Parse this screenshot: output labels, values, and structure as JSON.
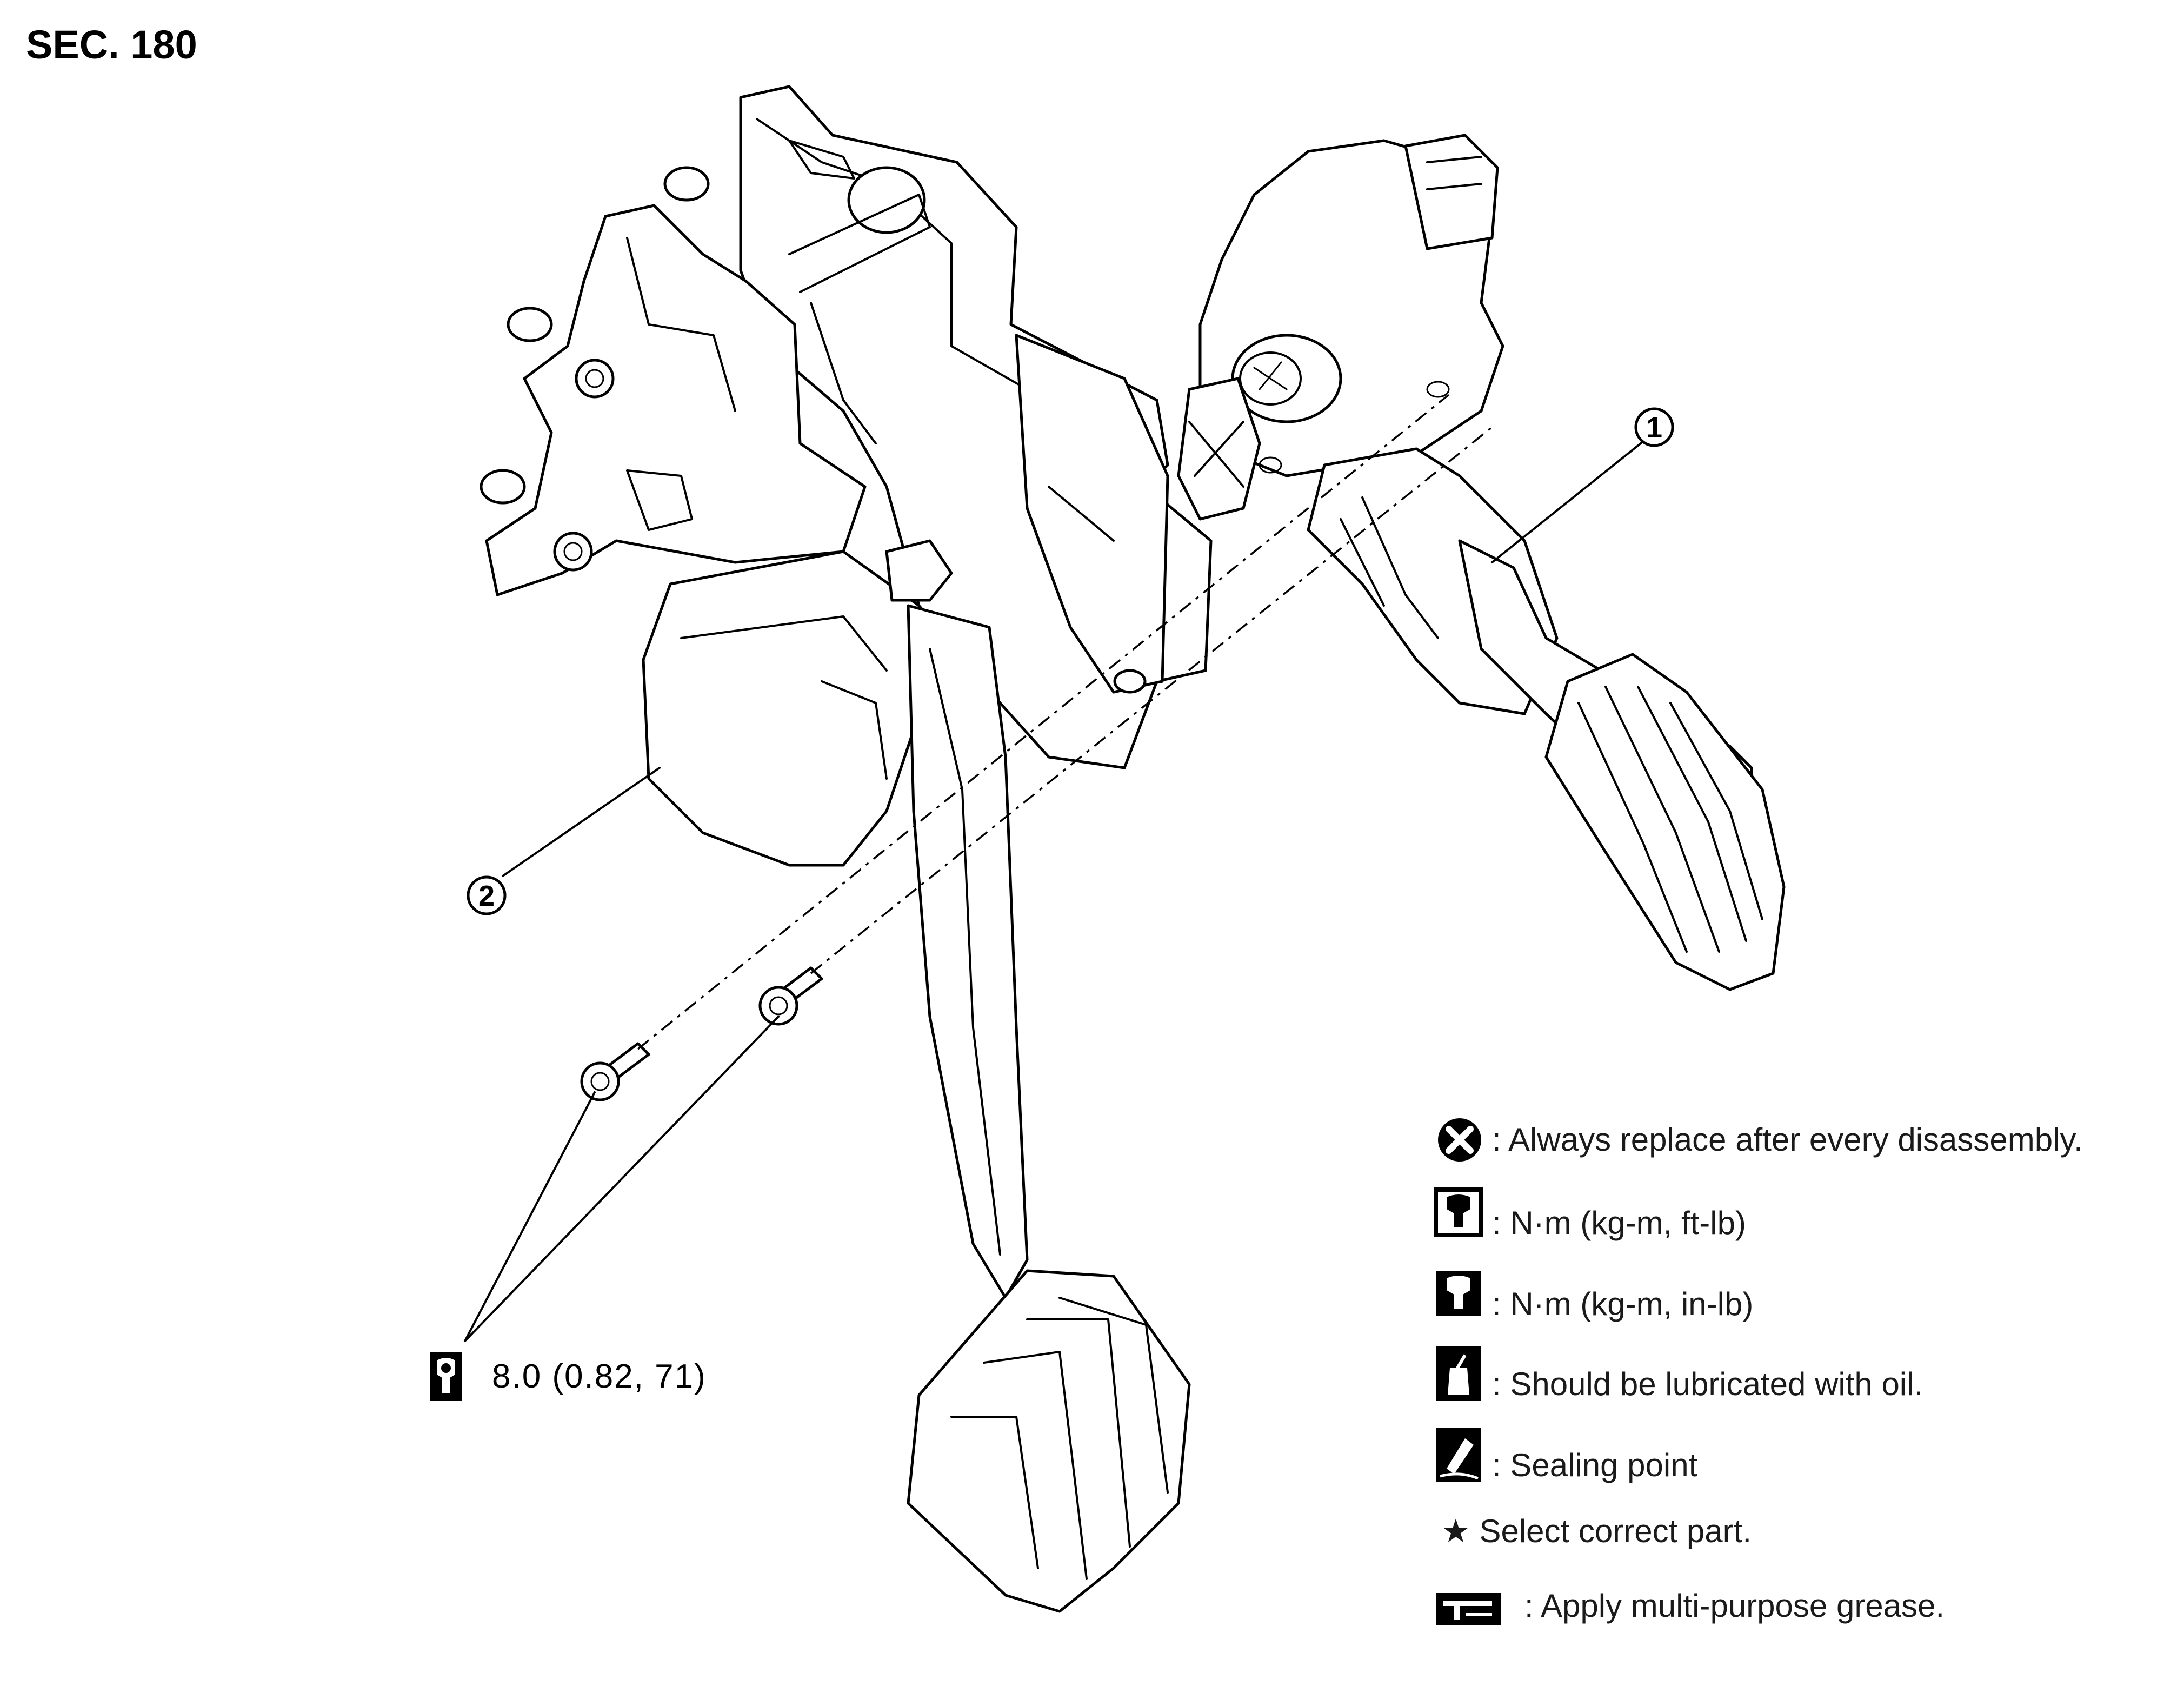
{
  "section": "SEC. 180",
  "callouts": [
    {
      "id": "1",
      "label": "①"
    },
    {
      "id": "2",
      "label": "②"
    }
  ],
  "torque_spec": "8.0 (0.82, 71)",
  "legend": [
    {
      "icon": "replace-x-icon",
      "text": ": Always replace after every disassembly."
    },
    {
      "icon": "torque-ft-lb-icon",
      "text": ": N·m (kg-m, ft-lb)"
    },
    {
      "icon": "torque-in-lb-icon",
      "text": ": N·m (kg-m, in-lb)"
    },
    {
      "icon": "oil-can-icon",
      "text": ": Should be lubricated with oil."
    },
    {
      "icon": "sealant-icon",
      "text": ": Sealing point"
    },
    {
      "icon": "star-icon",
      "text": "★ Select correct part."
    },
    {
      "icon": "grease-icon",
      "text": ": Apply multi-purpose grease."
    }
  ]
}
